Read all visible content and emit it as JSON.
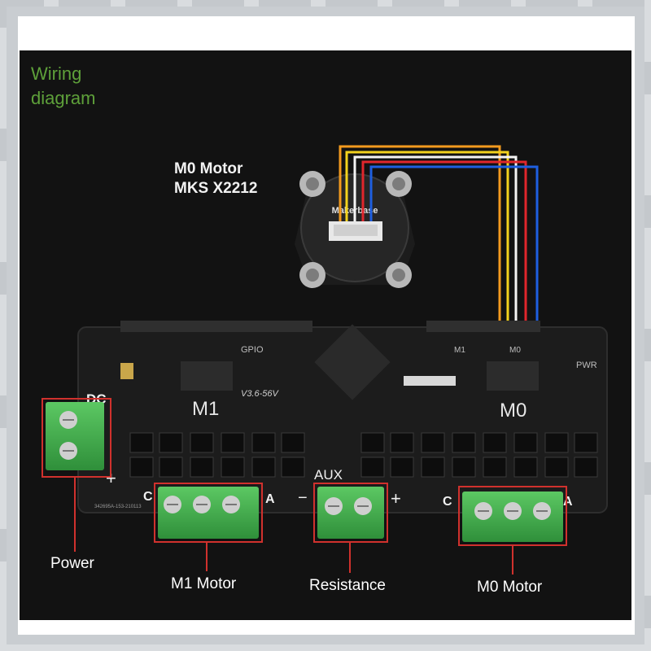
{
  "diagram": {
    "title_lines": [
      "Wiring",
      "diagram"
    ],
    "motor_label_lines": [
      "M0 Motor",
      "MKS X2212"
    ],
    "encoder_brand": "Makerbase",
    "board": {
      "section_left": "M1",
      "section_right": "M0",
      "gpio_label": "GPIO",
      "version_text": "V3.6-56V",
      "pwr_label": "PWR",
      "dc_label": "DC",
      "aux_label": "AUX",
      "m1_small": "M1",
      "m0_small": "M0",
      "plus": "+",
      "minus": "−",
      "c": "C",
      "a": "A",
      "serial": "342695A-153-210113"
    },
    "callouts": {
      "power": "Power",
      "m1_motor": "M1 Motor",
      "resistance": "Resistance",
      "m0_motor": "M0 Motor"
    },
    "colors": {
      "title_green": "#5ea03a",
      "callout_red": "#d0312d",
      "terminal_green": "#3fae49",
      "wire_orange": "#f39a1e",
      "wire_yellow": "#f2d21d",
      "wire_white": "#f4f4f4",
      "wire_red": "#e0262c",
      "wire_blue": "#1e5fe0"
    }
  }
}
